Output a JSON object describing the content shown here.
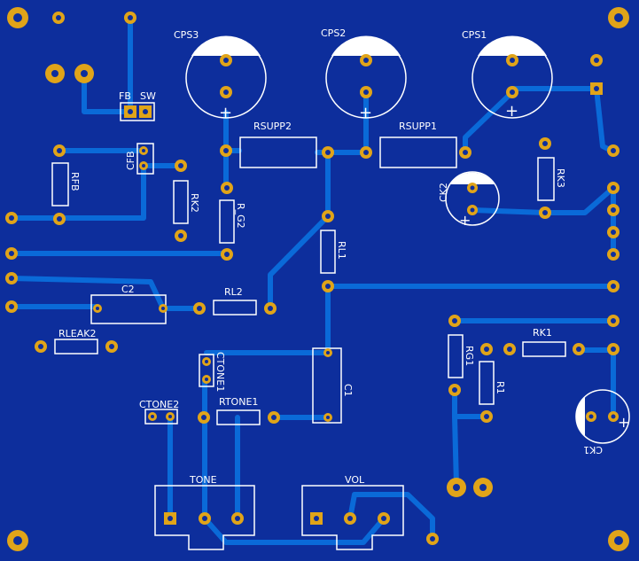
{
  "board": {
    "colors": {
      "substrate": "#0d2e9c",
      "copper": "#0a6ad8",
      "pad": "#e0a419",
      "silkscreen": "#ffffff"
    },
    "labels": {
      "cps3": "CPS3",
      "cps2": "CPS2",
      "cps1": "CPS1",
      "fb": "FB",
      "sw": "SW",
      "rsupp2": "RSUPP2",
      "rsupp1": "RSUPP1",
      "cfb": "CFB",
      "rfb": "RFB",
      "rk2": "RK2",
      "r_g2": "R_G2",
      "ck2": "CK2",
      "rk3": "RK3",
      "rl1": "RL1",
      "c2": "C2",
      "rl2": "RL2",
      "rleak2": "RLEAK2",
      "ctone1": "CTONE1",
      "c1": "C1",
      "ctone2": "CTONE2",
      "rtone1": "RTONE1",
      "rk1": "RK1",
      "rg1": "RG1",
      "r1": "R1",
      "ck1": "CK1",
      "tone": "TONE",
      "vol": "VOL",
      "plus": "+"
    }
  }
}
